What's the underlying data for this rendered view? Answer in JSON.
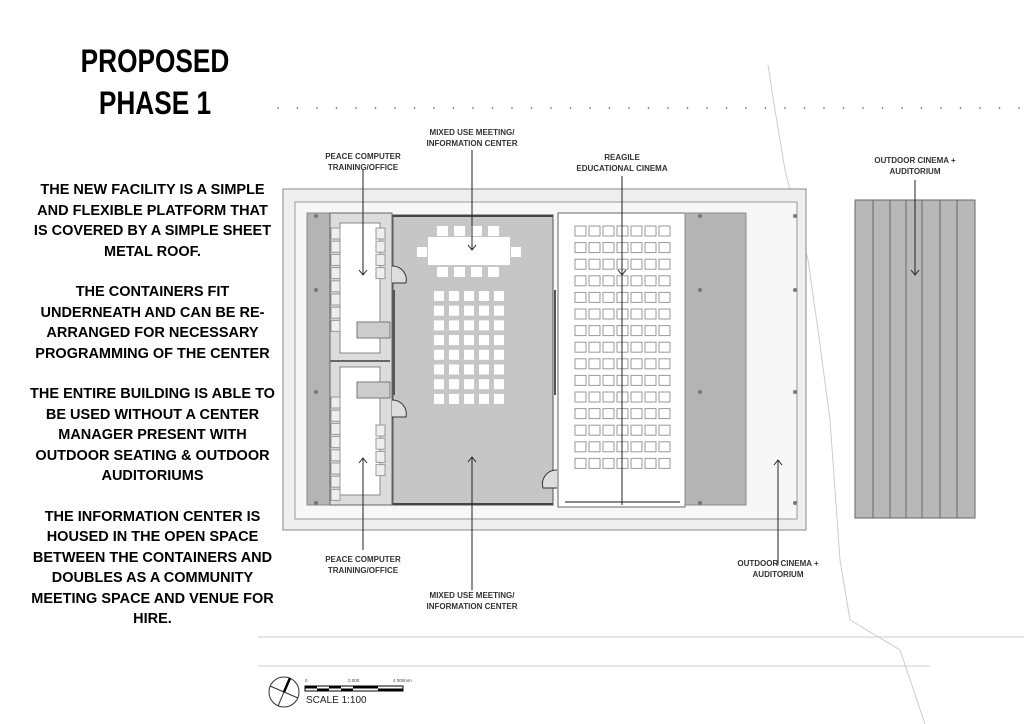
{
  "title": [
    "PROPOSED",
    "PHASE 1"
  ],
  "description": [
    "THE NEW FACILITY IS A SIMPLE AND FLEXIBLE PLATFORM THAT IS COVERED BY  A SIMPLE SHEET METAL ROOF.",
    "THE CONTAINERS FIT UNDERNEATH AND CAN BE RE-ARRANGED FOR NECESSARY PROGRAMMING OF THE CENTER",
    "THE ENTIRE BUILDING IS ABLE TO BE USED WITHOUT A CENTER MANAGER PRESENT WITH OUTDOOR SEATING & OUTDOOR AUDITORIUMS",
    "THE INFORMATION CENTER IS HOUSED IN THE OPEN SPACE BETWEEN THE CONTAINERS AND DOUBLES AS A COMMUNITY MEETING SPACE AND VENUE FOR HIRE."
  ],
  "labels": {
    "meeting_top": [
      "MIXED USE MEETING/",
      "INFORMATION CENTER"
    ],
    "peace_top": [
      "PEACE COMPUTER",
      "TRAINING/OFFICE"
    ],
    "cinema": [
      "REAGILE",
      "EDUCATIONAL CINEMA"
    ],
    "outdoor_top": [
      "OUTDOOR CINEMA +",
      "AUDITORIUM"
    ],
    "peace_bottom": [
      "PEACE COMPUTER",
      "TRAINING/OFFICE"
    ],
    "meeting_bottom": [
      "MIXED USE MEETING/",
      "INFORMATION CENTER"
    ],
    "outdoor_bottom": [
      "OUTDOOR CINEMA +",
      "AUDITORIUM"
    ]
  },
  "scale": {
    "text": "SCALE 1:100",
    "ticks": [
      "0",
      "2.000",
      "4 000mm"
    ]
  },
  "colors": {
    "platform": "#efefef",
    "floor_gray": "#c6c6c6",
    "strip_gray": "#b4b4b4",
    "line": "#555555"
  }
}
